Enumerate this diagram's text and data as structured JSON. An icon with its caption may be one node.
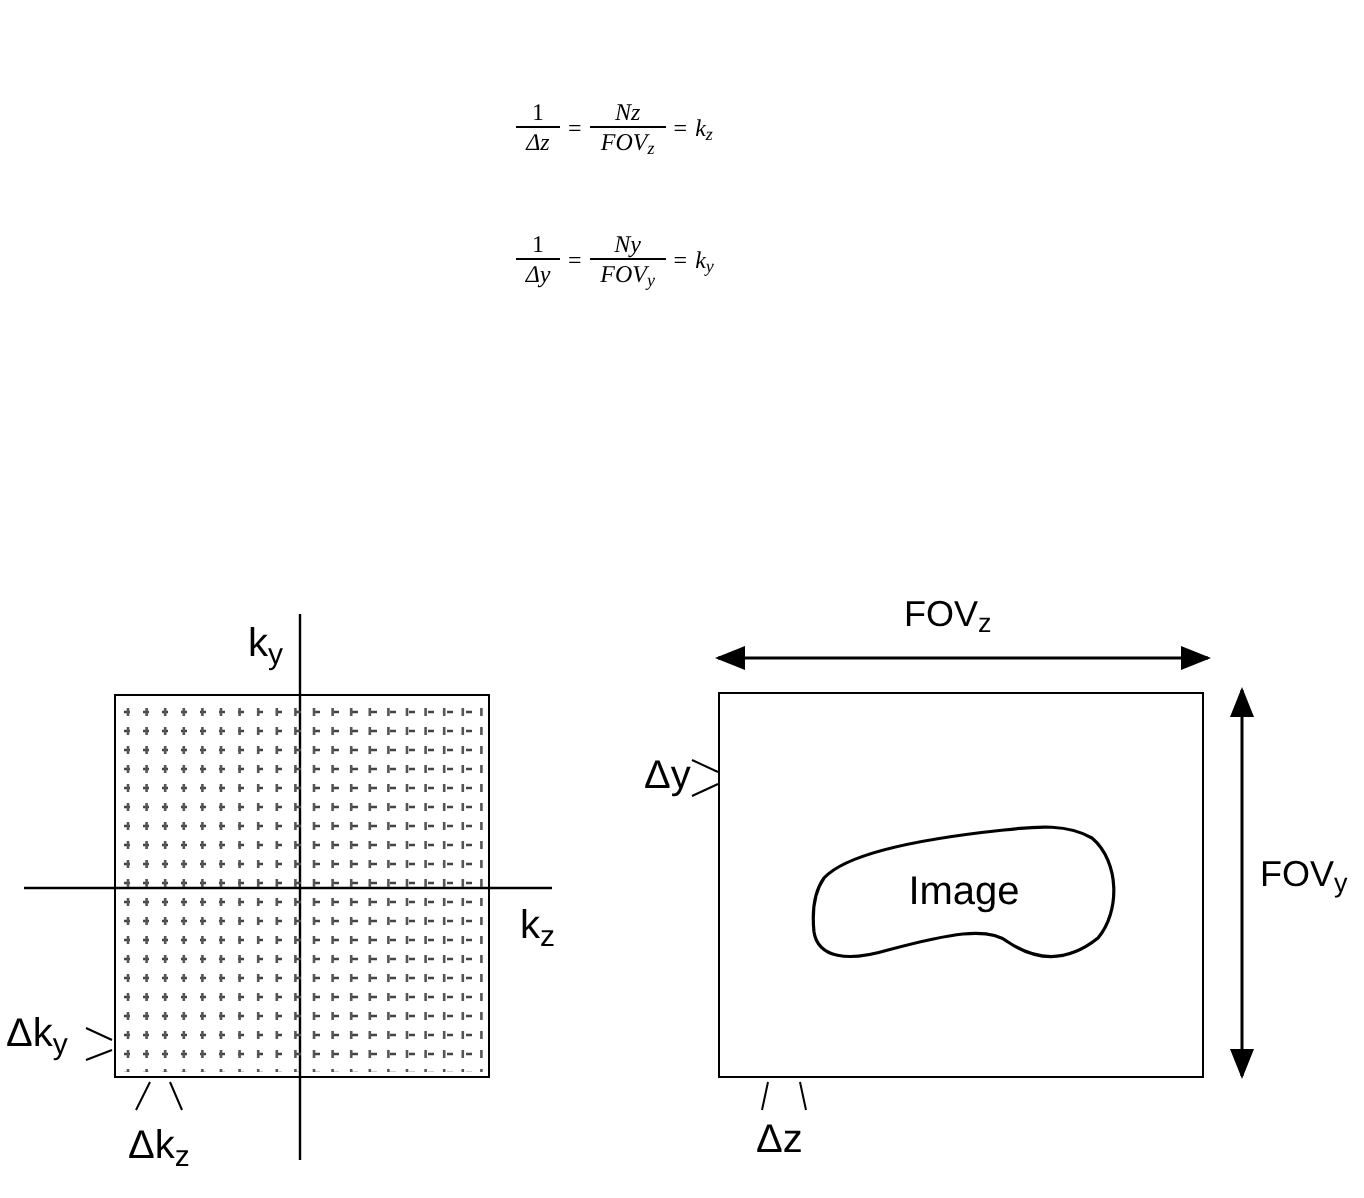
{
  "diagram": {
    "nodes": [
      {
        "text": [],
        "shape": "box"
      },
      {
        "text": [],
        "shape": "box"
      },
      {
        "text": [
          "Image"
        ],
        "in": 1
      }
    ],
    "labels": [
      "1",
      "Δz",
      "=",
      "Nz",
      "FOV$_{z}$",
      "=",
      "k$_{z}$",
      "1",
      "Δy",
      "=",
      "Ny",
      "FOV$_{y}$",
      "=",
      "k$_{y}$",
      "k$_{y}$",
      "k$_{z}$",
      "Δk$_{y}$",
      "Δk$_{z}$",
      "FOV$_{z}$",
      "Δy",
      "FOV$_{y}$",
      "Δz"
    ]
  }
}
